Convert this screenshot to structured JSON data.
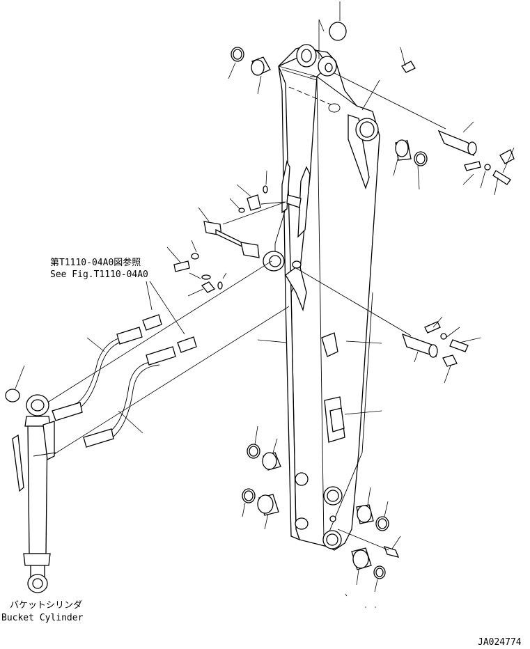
{
  "note": {
    "line1": "第T1110-04A0図参照",
    "line2": "See Fig.T1110-04A0"
  },
  "bucket_cylinder": {
    "label_jp": "バケットシリンダ",
    "label_en": "Bucket Cylinder"
  },
  "drawing_code": "JA024774"
}
